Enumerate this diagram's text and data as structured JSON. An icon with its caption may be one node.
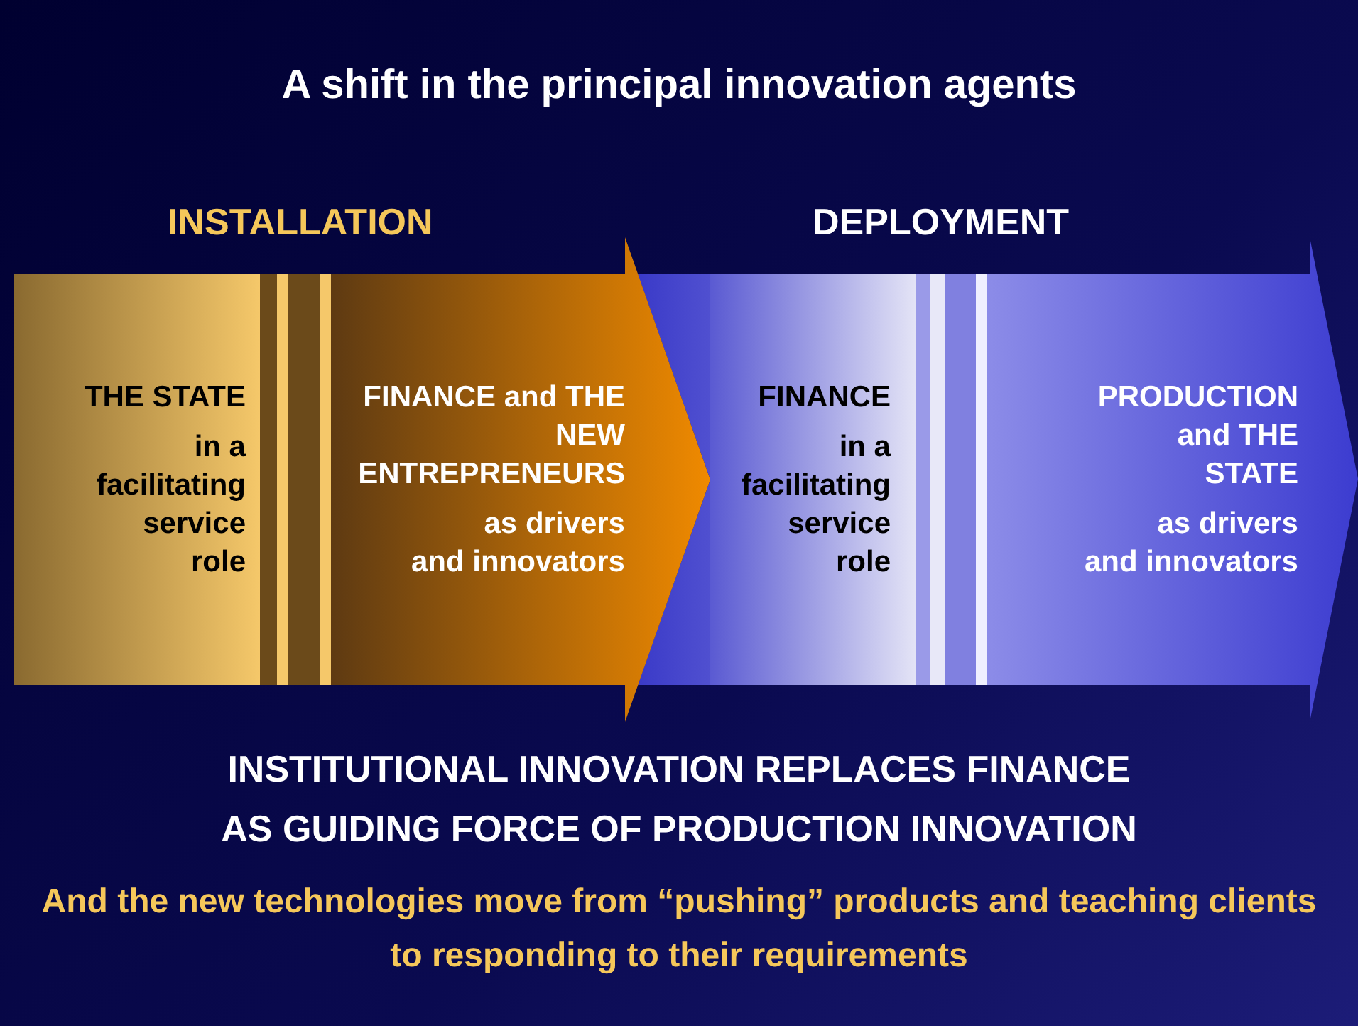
{
  "diagram": {
    "title": "A shift in the principal innovation agents",
    "nodes": [
      {
        "text": [
          "THE STATE",
          "in a facilitating service role"
        ]
      },
      {
        "text": [
          "FINANCE and THE NEW ENTREPRENEURS",
          "as drivers and innovators"
        ]
      },
      {
        "text": [
          "FINANCE",
          "in a facilitating service role"
        ]
      },
      {
        "text": [
          "PRODUCTION and THE STATE",
          "as drivers and innovators"
        ]
      }
    ],
    "labels": [
      "INSTALLATION",
      "DEPLOYMENT",
      "INSTITUTIONAL INNOVATION REPLACES FINANCE AS GUIDING FORCE OF PRODUCTION INNOVATION",
      "And the new technologies move from “pushing” products and teaching clients to responding to their requirements"
    ]
  }
}
